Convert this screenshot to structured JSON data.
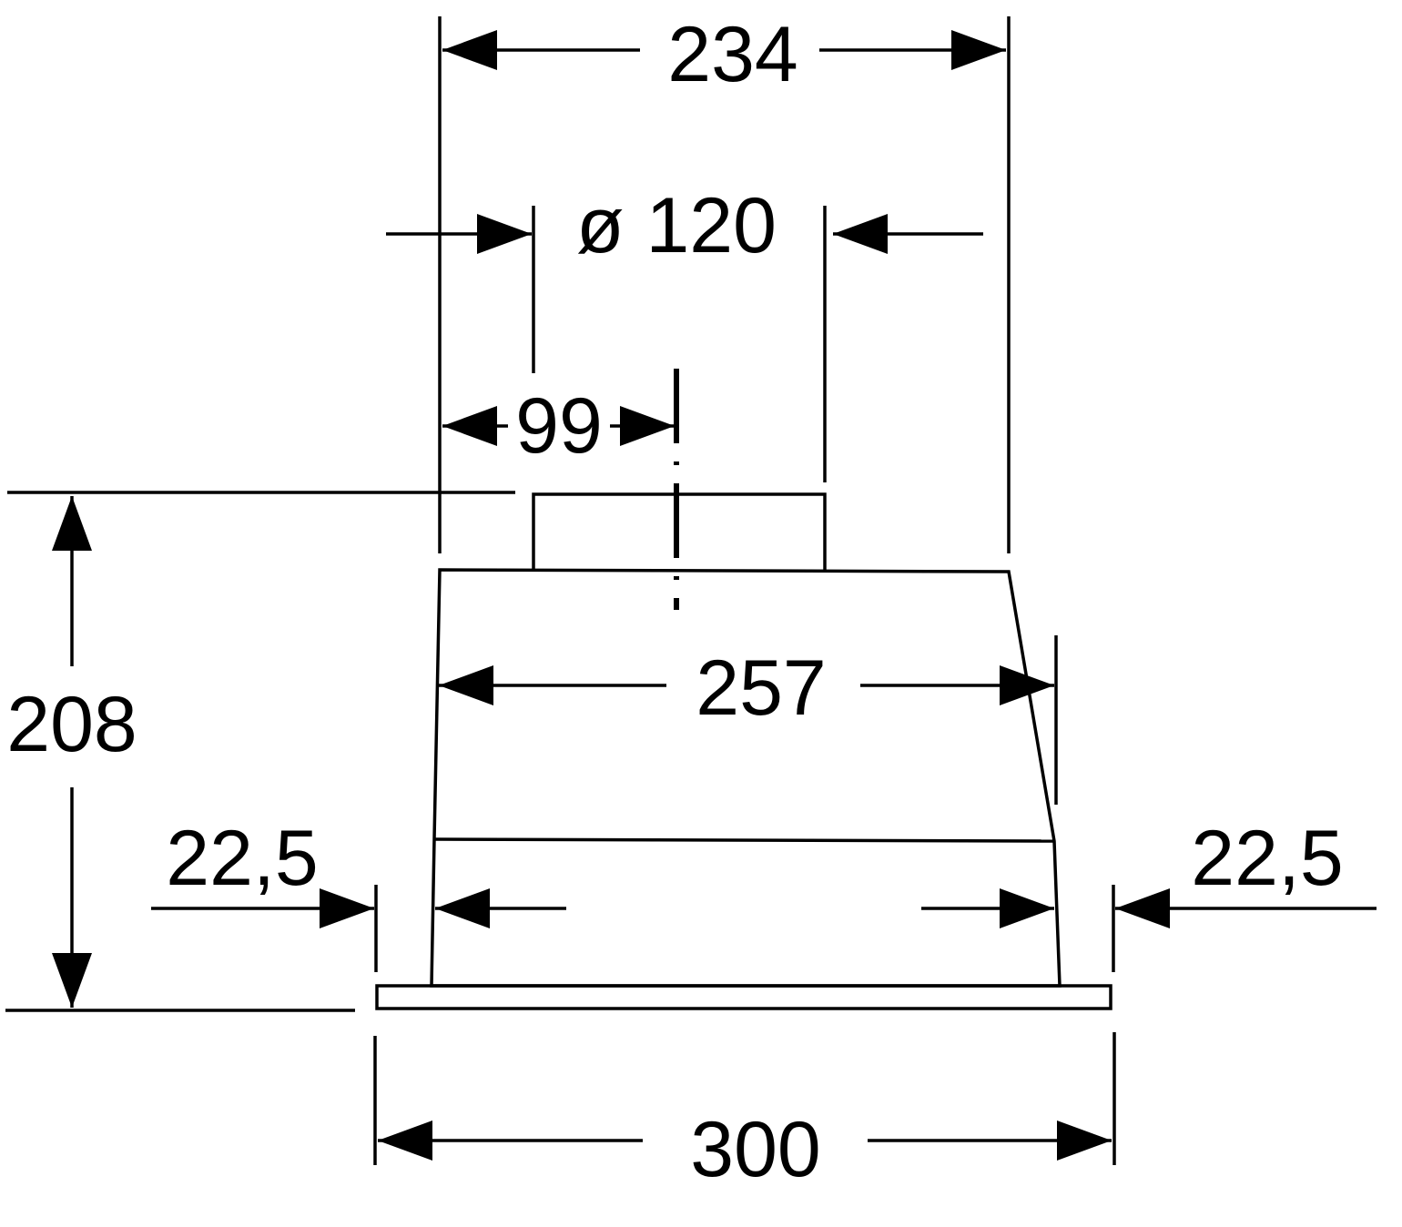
{
  "dimensions": {
    "top_width": "234",
    "duct_diameter": "ø 120",
    "duct_offset": "99",
    "inner_width": "257",
    "height": "208",
    "side_left": "22,5",
    "side_right": "22,5",
    "total_width": "300"
  },
  "colors": {
    "line": "#000000",
    "background": "#ffffff"
  }
}
